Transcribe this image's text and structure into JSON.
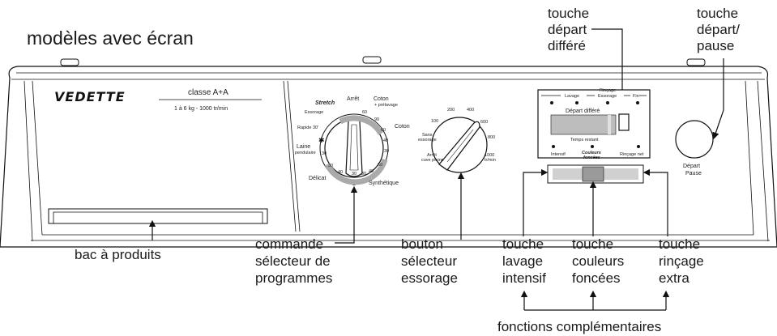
{
  "title": "modèles avec écran",
  "brand": "VEDETTE",
  "energy_class": "classe  A+A",
  "capacity": "1 à 6 kg  - 1000 tr/min",
  "programme_dial": {
    "labels": [
      {
        "key": "arret",
        "text": "Arrêt"
      },
      {
        "key": "stretch",
        "text": "Stretch"
      },
      {
        "key": "essorage",
        "text": "Essorage"
      },
      {
        "key": "rapide",
        "text": "Rapide 30'"
      },
      {
        "key": "laine",
        "text": "Laine"
      },
      {
        "key": "pendulaire",
        "text": "pendulaire"
      },
      {
        "key": "delicat",
        "text": "Délicat"
      },
      {
        "key": "synthetique",
        "text": "Synthétique"
      },
      {
        "key": "coton_pre",
        "text": "Coton"
      },
      {
        "key": "prelavage",
        "text": "+ prélavage"
      },
      {
        "key": "coton",
        "text": "Coton"
      }
    ],
    "temps": [
      "60",
      "90",
      "60",
      "40",
      "30",
      "60",
      "40",
      "30",
      "30",
      "40",
      "30",
      "30"
    ]
  },
  "spin_dial": {
    "labels": [
      "200",
      "400",
      "100",
      "600",
      "800",
      "1000",
      "tr/min",
      "Sans",
      "essorage",
      "Arrêt",
      "cuve pleine"
    ]
  },
  "display": {
    "header": [
      "Lavage",
      "Rinçage",
      "Essorage",
      "Fin"
    ],
    "depart_differe": "Départ différé",
    "temps_restant": "Temps restant",
    "intensif": "Intensif",
    "couleurs": "Couleurs",
    "foncees": "foncées",
    "rincage_net": "Rinçage net"
  },
  "start_button": {
    "line1": "Départ",
    "line2": "Pause"
  },
  "callouts": {
    "bac": "bac à produits",
    "commande": [
      "commande",
      "sélecteur de",
      "programmes"
    ],
    "bouton": [
      "bouton",
      "sélecteur",
      "essorage"
    ],
    "lavage": [
      "touche",
      "lavage",
      "intensif"
    ],
    "couleurs": [
      "touche",
      "couleurs",
      "foncées"
    ],
    "rincage": [
      "touche",
      "rinçage",
      "extra"
    ],
    "depart_differe": [
      "touche",
      "départ",
      "différé"
    ],
    "depart_pause": [
      "touche",
      "départ/",
      "pause"
    ],
    "fonctions": "fonctions complémentaires"
  }
}
